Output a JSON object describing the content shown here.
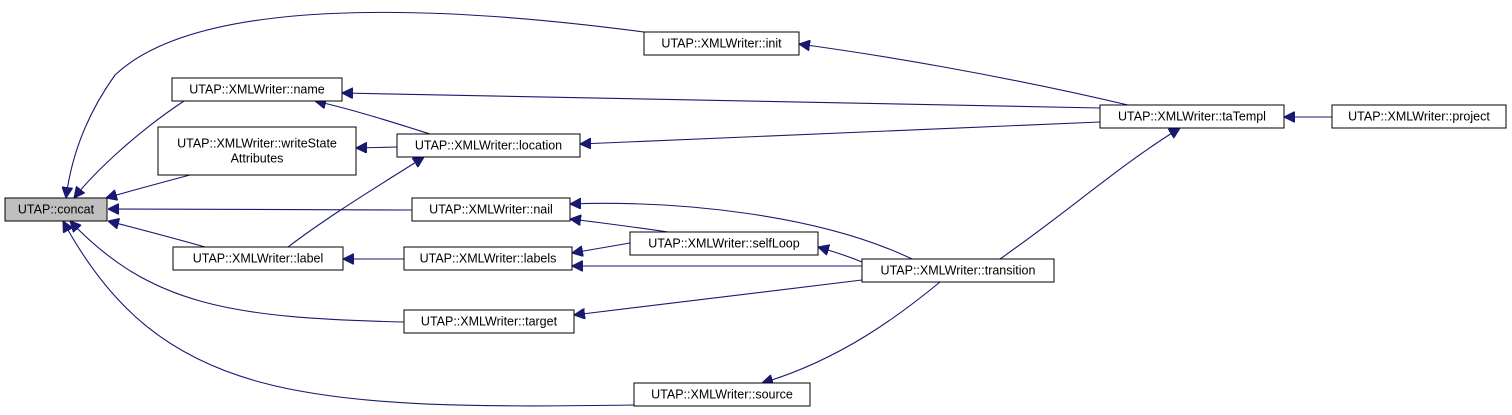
{
  "diagram": {
    "type": "call-graph",
    "edge_color": "#191970",
    "highlight_color": "#bfbfbf",
    "nodes": [
      {
        "id": "concat",
        "lines": [
          "UTAP::concat"
        ],
        "current": true
      },
      {
        "id": "init",
        "lines": [
          "UTAP::XMLWriter::init"
        ]
      },
      {
        "id": "name",
        "lines": [
          "UTAP::XMLWriter::name"
        ]
      },
      {
        "id": "writeState",
        "lines": [
          "UTAP::XMLWriter::writeState",
          "Attributes"
        ]
      },
      {
        "id": "location",
        "lines": [
          "UTAP::XMLWriter::location"
        ]
      },
      {
        "id": "nail",
        "lines": [
          "UTAP::XMLWriter::nail"
        ]
      },
      {
        "id": "label",
        "lines": [
          "UTAP::XMLWriter::label"
        ]
      },
      {
        "id": "labels",
        "lines": [
          "UTAP::XMLWriter::labels"
        ]
      },
      {
        "id": "selfLoop",
        "lines": [
          "UTAP::XMLWriter::selfLoop"
        ]
      },
      {
        "id": "target",
        "lines": [
          "UTAP::XMLWriter::target"
        ]
      },
      {
        "id": "source",
        "lines": [
          "UTAP::XMLWriter::source"
        ]
      },
      {
        "id": "taTempl",
        "lines": [
          "UTAP::XMLWriter::taTempl"
        ]
      },
      {
        "id": "transition",
        "lines": [
          "UTAP::XMLWriter::transition"
        ]
      },
      {
        "id": "project",
        "lines": [
          "UTAP::XMLWriter::project"
        ]
      }
    ],
    "edges": [
      {
        "from": "init",
        "to": "concat"
      },
      {
        "from": "name",
        "to": "concat"
      },
      {
        "from": "writeState",
        "to": "concat"
      },
      {
        "from": "nail",
        "to": "concat"
      },
      {
        "from": "label",
        "to": "concat"
      },
      {
        "from": "target",
        "to": "concat"
      },
      {
        "from": "source",
        "to": "concat"
      },
      {
        "from": "location",
        "to": "name"
      },
      {
        "from": "taTempl",
        "to": "name"
      },
      {
        "from": "location",
        "to": "writeState"
      },
      {
        "from": "label",
        "to": "location"
      },
      {
        "from": "taTempl",
        "to": "location"
      },
      {
        "from": "taTempl",
        "to": "init"
      },
      {
        "from": "project",
        "to": "taTempl"
      },
      {
        "from": "transition",
        "to": "taTempl"
      },
      {
        "from": "labels",
        "to": "label"
      },
      {
        "from": "selfLoop",
        "to": "labels"
      },
      {
        "from": "transition",
        "to": "labels"
      },
      {
        "from": "selfLoop",
        "to": "nail"
      },
      {
        "from": "transition",
        "to": "nail"
      },
      {
        "from": "transition",
        "to": "selfLoop"
      },
      {
        "from": "transition",
        "to": "target"
      },
      {
        "from": "transition",
        "to": "source"
      }
    ]
  }
}
